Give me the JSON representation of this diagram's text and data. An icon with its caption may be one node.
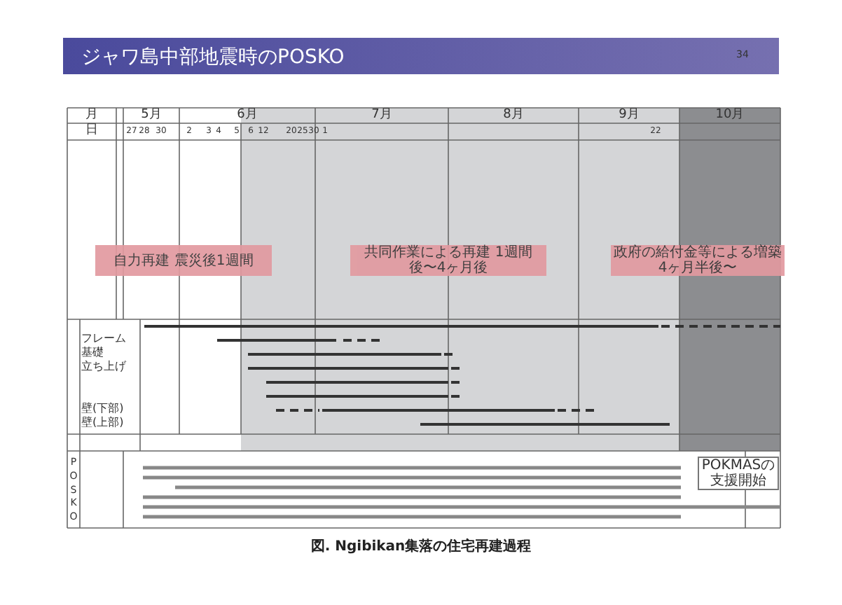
{
  "diagram": {
    "title": "ジャワ島中部地震時のPOSKO",
    "caption": "図. Ngibikan集落の住宅再建過程",
    "nodes": [
      {
        "text": [
          "自力再建 震災後1週間"
        ]
      },
      {
        "text": [
          "共同作業による再建 1週間後〜4ヶ月後"
        ]
      },
      {
        "text": [
          "政府の給付金等による増築 4ヶ月半後〜"
        ]
      },
      {
        "text": [
          "POKMASの支援開始"
        ]
      }
    ],
    "labels": [
      "34",
      "月",
      "5月",
      "6月",
      "7月",
      "8月",
      "9月",
      "10月",
      "日",
      "27",
      "28",
      "30",
      "2",
      "3",
      "4",
      "5",
      "6",
      "12",
      "20",
      "25",
      "30",
      "1",
      "22",
      "フレーム",
      "基礎",
      "立ち上げ",
      "壁(下部)",
      "壁(上部)",
      "POSKO"
    ]
  }
}
